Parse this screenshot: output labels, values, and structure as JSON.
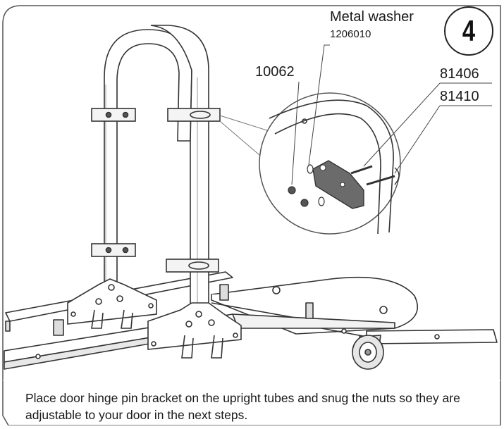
{
  "step": {
    "number": "4"
  },
  "callouts": {
    "metal_washer": "Metal washer",
    "metal_washer_part": "1206010",
    "nut_part": "10062",
    "bolt_short_part": "81406",
    "bolt_long_part": "81410"
  },
  "caption": "Place door hinge pin bracket on the upright tubes and snug the nuts so they are adjustable to your door in the next steps.",
  "colors": {
    "line": "#333333",
    "frame_fill": "#ffffff",
    "bracket": "#6b6b6b",
    "text": "#1a1a1a"
  }
}
